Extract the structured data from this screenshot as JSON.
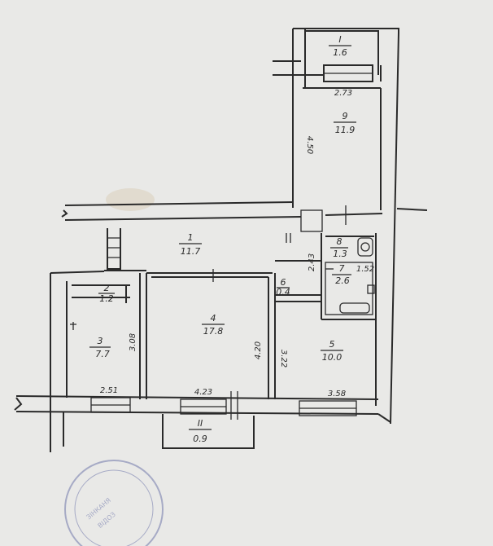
{
  "rooms": [
    {
      "id": "I",
      "area": "1.6"
    },
    {
      "id": "9",
      "area": "11.9"
    },
    {
      "id": "1",
      "area": "11.7"
    },
    {
      "id": "8",
      "area": "1.3"
    },
    {
      "id": "7",
      "area": "2.6"
    },
    {
      "id": "2",
      "area": "1.2"
    },
    {
      "id": "6",
      "area": "0.4"
    },
    {
      "id": "3",
      "area": "7.7"
    },
    {
      "id": "4",
      "area": "17.8"
    },
    {
      "id": "5",
      "area": "10.0"
    },
    {
      "id": "II",
      "area": "0.9"
    }
  ],
  "dimensions": {
    "d_273": "2.73",
    "d_450": "4.50",
    "d_243": "2.43",
    "d_152": "1.52",
    "d_308": "3.08",
    "d_420": "4.20",
    "d_322": "3.22",
    "d_251": "2.51",
    "d_423": "4.23",
    "d_358": "3.58"
  },
  "colors": {
    "ink": "#2a2a2a",
    "paper": "#e9e9e7",
    "stamp": "#8a90b8"
  }
}
